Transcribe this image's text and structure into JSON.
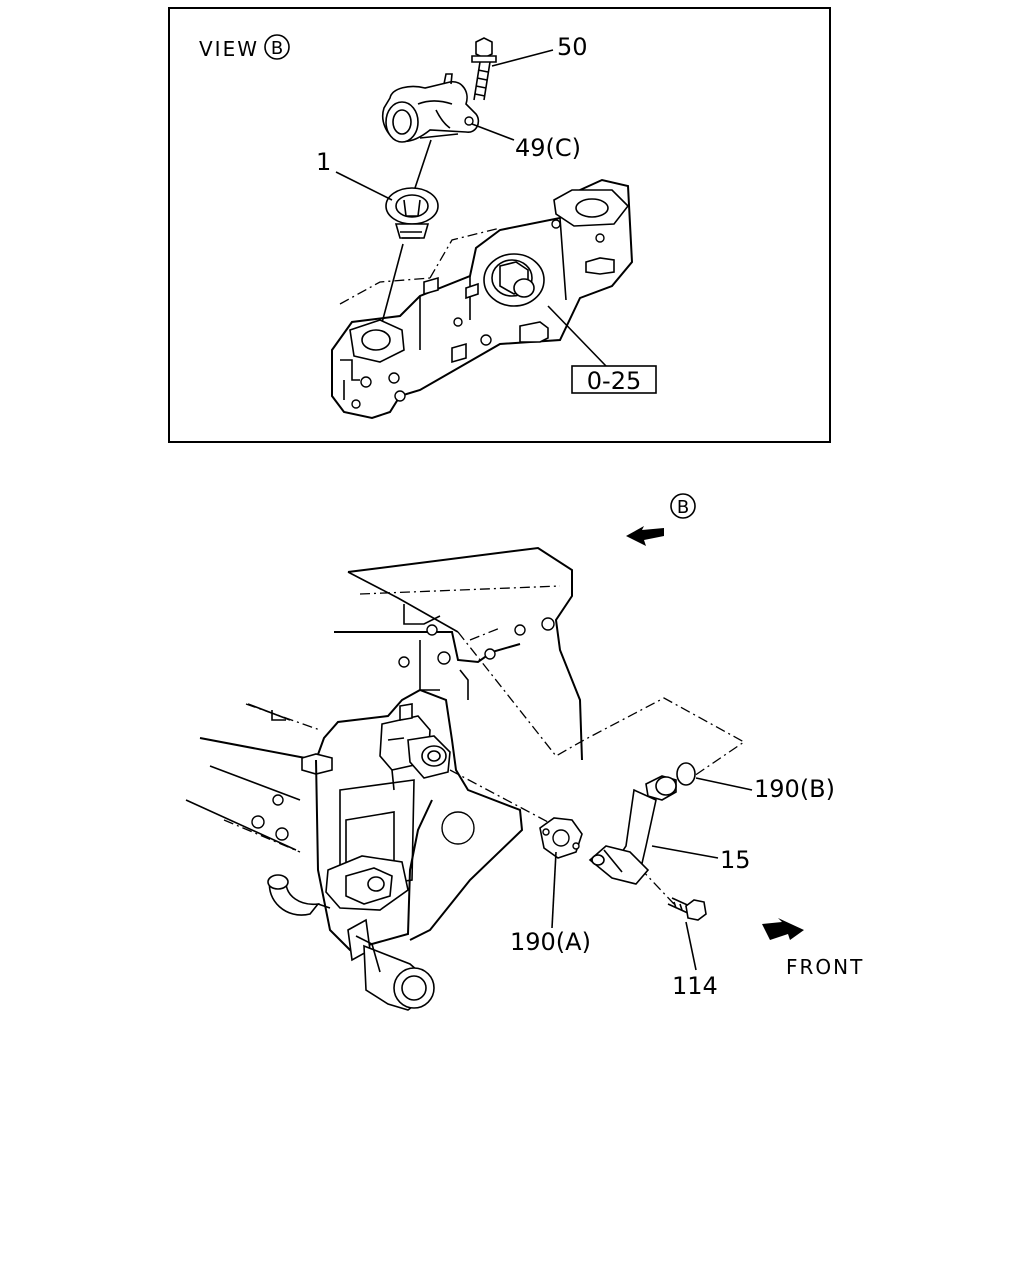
{
  "view_panel": {
    "title_text": "VIEW",
    "title_circle_letter": "B",
    "callouts": {
      "bolt": "50",
      "thermostat_housing": "49(C)",
      "thermostat": "1",
      "reference_box": "0-25"
    }
  },
  "main_diagram": {
    "view_marker_letter": "B",
    "callouts": {
      "o_ring": "190(B)",
      "pipe": "15",
      "gasket": "190(A)",
      "bolt": "114"
    },
    "front_label": "FRONT"
  },
  "colors": {
    "line": "#000000",
    "background": "#ffffff"
  }
}
